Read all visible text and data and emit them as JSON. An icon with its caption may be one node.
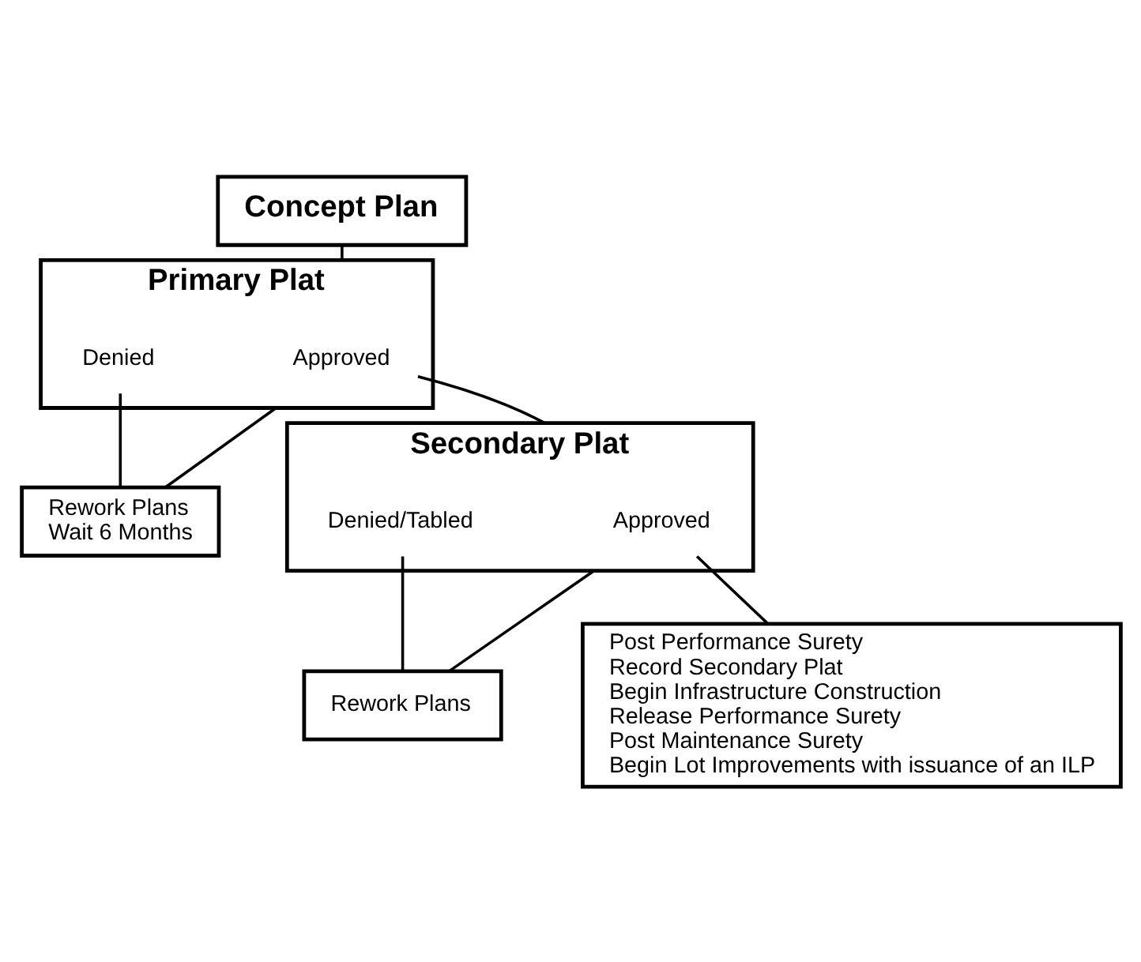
{
  "diagram": {
    "nodes": [
      {
        "text": [
          "Concept Plan"
        ]
      },
      {
        "text": [
          "Primary Plat"
        ]
      },
      {
        "text": [
          "Approved"
        ],
        "in": 1
      },
      {
        "text": [
          "Denied"
        ],
        "in": 1
      },
      {
        "text": [
          "Rework Plans",
          "Wait 6 Months"
        ]
      },
      {
        "text": [
          "Secondary Plat"
        ]
      },
      {
        "text": [
          "Approved"
        ],
        "in": 5
      },
      {
        "text": [
          "Denied/Tabled"
        ],
        "in": 5
      },
      {
        "text": [
          "Rework Plans"
        ]
      },
      {
        "text": [
          "Post Performance Surety",
          "Record Secondary Plat",
          "Begin Infrastructure Construction",
          "Release Performance Surety",
          "Post Maintenance Surety",
          "Begin Lot Improvements with issuance of an ILP"
        ]
      }
    ],
    "edges": [
      {
        "from": 0,
        "to": 1,
        "arrow": "none"
      },
      {
        "from": 1,
        "to": 4,
        "arrow": "none"
      },
      {
        "from": 3,
        "to": 4,
        "arrow": "none"
      },
      {
        "from": 2,
        "to": 5,
        "arrow": "none"
      },
      {
        "from": 5,
        "to": 8,
        "arrow": "none"
      },
      {
        "from": 7,
        "to": 8,
        "arrow": "none"
      },
      {
        "from": 6,
        "to": 9,
        "arrow": "none"
      }
    ]
  }
}
